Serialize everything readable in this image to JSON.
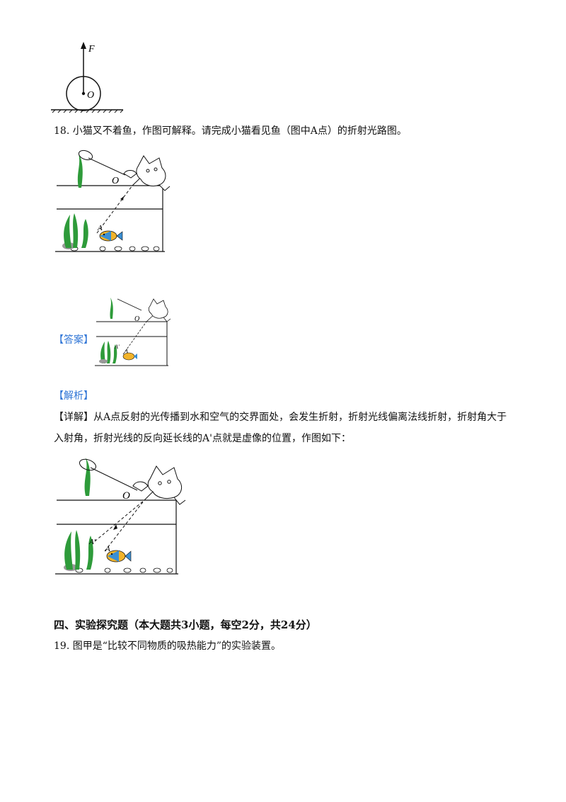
{
  "figure_top": {
    "force_label": "F",
    "center_label": "O"
  },
  "q18": {
    "text": "18. 小猫叉不着鱼，作图可解释。请完成小猫看见鱼（图中A点）的折射光路图。",
    "figure_labels": {
      "point_o": "O",
      "point_a": "A"
    }
  },
  "answer": {
    "label": "【答案】",
    "figure_labels": {
      "point_o": "O",
      "point_a": "A",
      "point_a_prime": "A'"
    }
  },
  "analysis": {
    "label": "【解析】",
    "detail_line1": "【详解】从A点反射的光传播到水和空气的交界面处，会发生折射，折射光线偏离法线折射，折射角大于",
    "detail_line2": "入射角，折射光线的反向延长线的A'点就是虚像的位置，作图如下：",
    "figure_labels": {
      "point_o": "O",
      "point_a": "A",
      "point_a_prime": "A'"
    }
  },
  "section4": {
    "heading": "四、实验探究题（本大题共3小题，每空2分，共24分）"
  },
  "q19": {
    "text": "19. 图甲是“比较不同物质的吸热能力”的实验装置。"
  },
  "colors": {
    "accent_blue": "#2f75d6",
    "weed_green": "#2e9b3a",
    "fish_yellow": "#f2b32a",
    "fish_blue": "#3a8fd4"
  }
}
